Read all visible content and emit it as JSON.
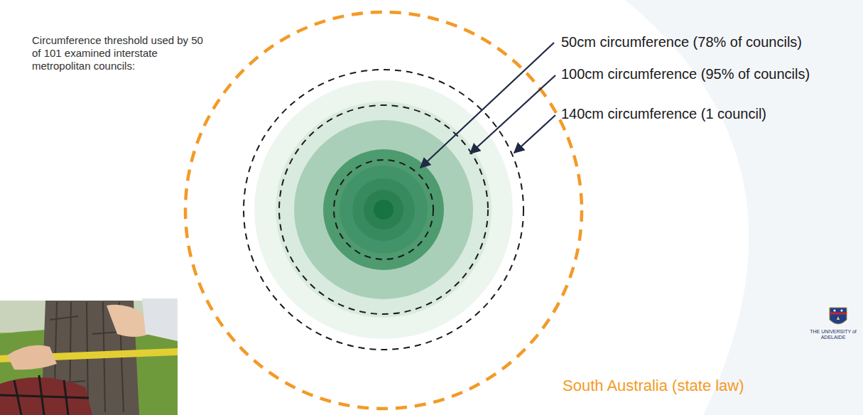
{
  "diagram": {
    "labels": [
      "Circumference threshold used by 50 of 101 examined interstate metropolitan councils:",
      "50cm circumference (78% of councils)",
      "100cm circumference (95% of councils)",
      "140cm circumference (1 council)",
      "South Australia (state law)",
      "THE UNIVERSITY of ADELAIDE"
    ]
  }
}
